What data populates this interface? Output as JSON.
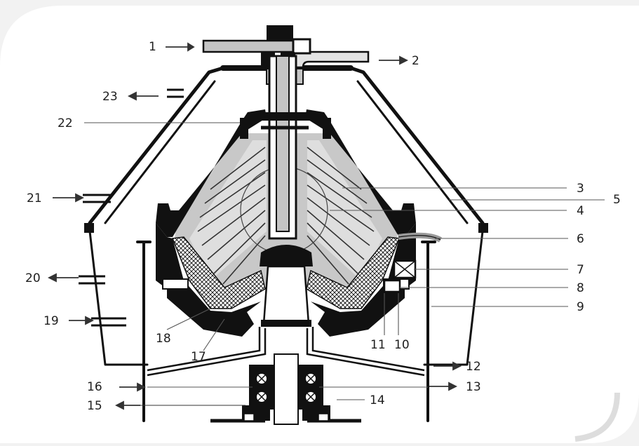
{
  "diagram": {
    "labels": [
      "1",
      "2",
      "3",
      "4",
      "5",
      "6",
      "7",
      "8",
      "9",
      "10",
      "11",
      "12",
      "13",
      "14",
      "15",
      "16",
      "17",
      "18",
      "19",
      "20",
      "21",
      "22",
      "23"
    ]
  },
  "colors": {
    "ink": "#111111",
    "grey_fill": "#c4c4c4",
    "light_fill": "#e3e3e3",
    "background": "#f2f2f2",
    "panel": "#ffffff"
  }
}
